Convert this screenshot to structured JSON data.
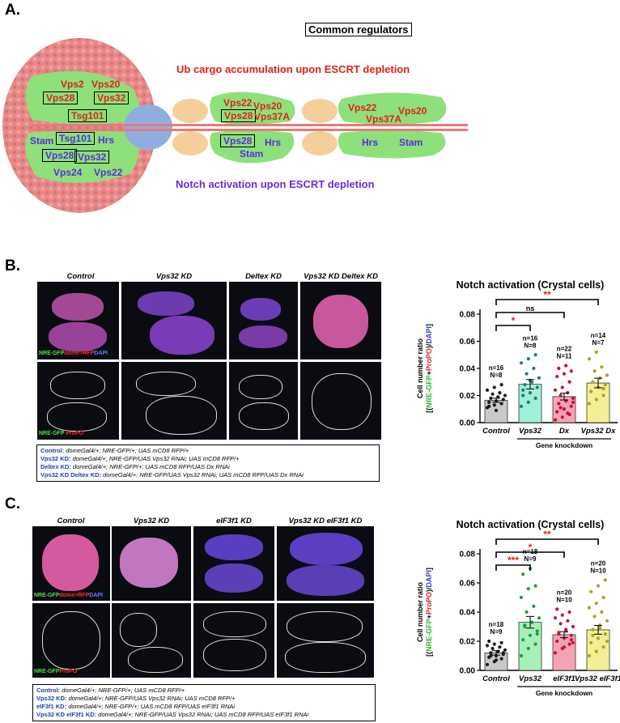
{
  "panel_a": {
    "letter": "A.",
    "common_regulators": "Common regulators",
    "ub_heading": "Ub cargo accumulation upon ESCRT depletion",
    "notch_heading": "Notch activation upon ESCRT depletion",
    "top_regs": {
      "vps2": "Vps2",
      "vps20_a": "Vps20",
      "vps28_a": "Vps28",
      "vps32_a": "Vps32",
      "tsg101_a": "Tsg101",
      "vps22_b": "Vps22",
      "vps20_b": "Vps20",
      "vps28_b": "Vps28",
      "vps37a_b": "Vps37A",
      "vps22_c": "Vps22",
      "vps20_c": "Vps20",
      "vps37a_c": "Vps37A"
    },
    "bottom_regs": {
      "stam_a": "Stam",
      "tsg101_a": "Tsg101",
      "hrs_a": "Hrs",
      "vps28_a": "Vps28",
      "vps32_a": "Vps32",
      "vps24_a": "Vps24",
      "vps22_a": "Vps22",
      "vps28_b": "Vps28",
      "hrs_b": "Hrs",
      "stam_b": "Stam",
      "hrs_c": "Hrs",
      "stam_c": "Stam"
    }
  },
  "panel_b": {
    "letter": "B.",
    "columns": [
      "Control",
      "Vps32 KD",
      "Deltex KD",
      "Vps32 KD Deltex KD"
    ],
    "row1_label": {
      "nre": "NRE-GFP",
      "dome": "dome>RFP",
      "dapi": "DAPI"
    },
    "row2_label": {
      "nre": "NRE-GFP",
      "propo": "ProPO"
    },
    "legend": [
      {
        "name": "Control:",
        "genotype": "domeGal4/+; NRE-GFP/+; UAS mCD8 RFP/+"
      },
      {
        "name": "Vps32 KD:",
        "genotype": "domeGal4/+; NRE-GFP/UAS Vps32 RNAi; UAS mCD8 RFP/+"
      },
      {
        "name": "Deltex KD:",
        "genotype": "domeGal4/+; NRE-GFP/+; UAS mCD8 RFP/UAS Dx RNAi"
      },
      {
        "name": "Vps32 KD Deltex KD:",
        "genotype": "domeGal4/+; NRE-GFP/UAS Vps32 RNAi; UAS mCD8 RFP/UAS Dx RNAi"
      }
    ]
  },
  "panel_c": {
    "letter": "C.",
    "columns": [
      "Control",
      "Vps32 KD",
      "eIF3f1 KD",
      "Vps32 KD eIF3f1 KD"
    ],
    "row1_label": {
      "nre": "NRE-GFP",
      "dome": "dome>RFP",
      "dapi": "DAPI"
    },
    "row2_label": {
      "nre": "NRE-GFP",
      "propo": "ProPO"
    },
    "legend": [
      {
        "name": "Control:",
        "genotype": "domeGal4/+; NRE-GFP/+; UAS mCD8 RFP/+"
      },
      {
        "name": "Vps32 KD:",
        "genotype": "domeGal4/+; NRE-GFP/UAS Vps32 RNAi; UAS mCD8 RFP/+"
      },
      {
        "name": "eIF3f1 KD:",
        "genotype": "domeGal4/+; NRE-GFP/+; UAS mCD8 RFP/UAS eIF3f1 RNAi"
      },
      {
        "name": "Vps32 KD eIF3f1 KD:",
        "genotype": "domeGal4/+; NRE-GFP/UAS Vps32 RNAi; UAS mCD8 RFP/UAS eIF3f1 RNAi"
      }
    ]
  },
  "chart_data": [
    {
      "type": "bar",
      "title": "Notch activation (Crystal cells)",
      "ylabel": "Cell number ratio [(NRE-GFP+ProPO)/DAPI]",
      "ylabel_parts": {
        "head": "Cell number ratio",
        "open": "[(",
        "nre": "NRE-GFP",
        "plus": "+",
        "propo": "ProPO",
        "mid": ")/",
        "dapi": "DAPI",
        "close": "]"
      },
      "xlabel": "Gene knockdown",
      "categories": [
        "Control",
        "Vps32",
        "Dx",
        "Vps32 Dx"
      ],
      "values": [
        0.0165,
        0.0283,
        0.0192,
        0.0292
      ],
      "errors": [
        0.0015,
        0.0035,
        0.0025,
        0.0035
      ],
      "ylim": [
        0,
        0.08
      ],
      "yticks": [
        "0.00",
        "0.02",
        "0.04",
        "0.06",
        "0.08"
      ],
      "n_labels": [
        [
          "n=16",
          "N=8"
        ],
        [
          "n=16",
          "N=8"
        ],
        [
          "n=22",
          "N=11"
        ],
        [
          "n=14",
          "N=7"
        ]
      ],
      "significance": [
        {
          "from": 0,
          "to": 1,
          "label": "*",
          "color": "#e0201b"
        },
        {
          "from": 0,
          "to": 2,
          "label": "ns",
          "color": "#000000"
        },
        {
          "from": 0,
          "to": 3,
          "label": "**",
          "color": "#e0201b"
        }
      ],
      "bar_colors": [
        "#c9c9c9",
        "#9ff0d6",
        "#f4a3b4",
        "#f3ef97"
      ],
      "point_colors": [
        "#1a1a1a",
        "#1c7a8a",
        "#c8102e",
        "#b3a11e"
      ],
      "points": [
        [
          0.011,
          0.013,
          0.014,
          0.015,
          0.016,
          0.017,
          0.018,
          0.019,
          0.02,
          0.021,
          0.022,
          0.024,
          0.026,
          0.028,
          0.012,
          0.009
        ],
        [
          0.012,
          0.015,
          0.018,
          0.02,
          0.022,
          0.026,
          0.028,
          0.03,
          0.033,
          0.036,
          0.04,
          0.044,
          0.047,
          0.05,
          0.024,
          0.031
        ],
        [
          0.002,
          0.004,
          0.006,
          0.008,
          0.01,
          0.012,
          0.014,
          0.016,
          0.018,
          0.02,
          0.022,
          0.024,
          0.026,
          0.03,
          0.034,
          0.036,
          0.038,
          0.04,
          0.042,
          0.015,
          0.011,
          0.007
        ],
        [
          0.014,
          0.017,
          0.02,
          0.023,
          0.026,
          0.028,
          0.03,
          0.033,
          0.035,
          0.038,
          0.041,
          0.047,
          0.052,
          0.025
        ]
      ]
    },
    {
      "type": "bar",
      "title": "Notch activation (Crystal cells)",
      "ylabel": "Cell number ratio [(NRE-GFP+ProPO)/DAPI]",
      "ylabel_parts": {
        "head": "Cell number ratio",
        "open": "[(",
        "nre": "NRE-GFP",
        "plus": "+",
        "propo": "ProPO",
        "mid": ")/",
        "dapi": "DAPI",
        "close": "]"
      },
      "xlabel": "Gene knockdown",
      "categories": [
        "Control",
        "Vps32",
        "eIF3f1",
        "Vps32 eIF3f1"
      ],
      "values": [
        0.012,
        0.033,
        0.0245,
        0.0278
      ],
      "errors": [
        0.0015,
        0.004,
        0.002,
        0.003
      ],
      "ylim": [
        0,
        0.08
      ],
      "yticks": [
        "0.00",
        "0.02",
        "0.04",
        "0.06",
        "0.08"
      ],
      "n_labels": [
        [
          "n=18",
          "N=9"
        ],
        [
          "n=18",
          "N=9"
        ],
        [
          "n=20",
          "N=10"
        ],
        [
          "n=20",
          "N=10"
        ]
      ],
      "significance": [
        {
          "from": 0,
          "to": 1,
          "label": "***",
          "color": "#e0201b"
        },
        {
          "from": 0,
          "to": 2,
          "label": "*",
          "color": "#e0201b"
        },
        {
          "from": 0,
          "to": 3,
          "label": "**",
          "color": "#e0201b"
        }
      ],
      "bar_colors": [
        "#c9c9c9",
        "#a7f0b9",
        "#f4a3b4",
        "#f3ef97"
      ],
      "point_colors": [
        "#1a1a1a",
        "#1f9e3a",
        "#d0103a",
        "#b3a11e"
      ],
      "points": [
        [
          0.004,
          0.006,
          0.008,
          0.009,
          0.01,
          0.011,
          0.012,
          0.013,
          0.014,
          0.015,
          0.016,
          0.017,
          0.018,
          0.019,
          0.02,
          0.007,
          0.012,
          0.01
        ],
        [
          0.01,
          0.015,
          0.018,
          0.021,
          0.024,
          0.027,
          0.03,
          0.033,
          0.036,
          0.04,
          0.044,
          0.05,
          0.056,
          0.058,
          0.066,
          0.07,
          0.025,
          0.031
        ],
        [
          0.012,
          0.015,
          0.018,
          0.02,
          0.022,
          0.024,
          0.026,
          0.028,
          0.03,
          0.032,
          0.034,
          0.036,
          0.038,
          0.04,
          0.042,
          0.016,
          0.021,
          0.025,
          0.027,
          0.019
        ],
        [
          0.01,
          0.013,
          0.016,
          0.019,
          0.022,
          0.025,
          0.028,
          0.031,
          0.034,
          0.037,
          0.04,
          0.043,
          0.046,
          0.05,
          0.054,
          0.058,
          0.062,
          0.024,
          0.029,
          0.02
        ]
      ]
    }
  ]
}
